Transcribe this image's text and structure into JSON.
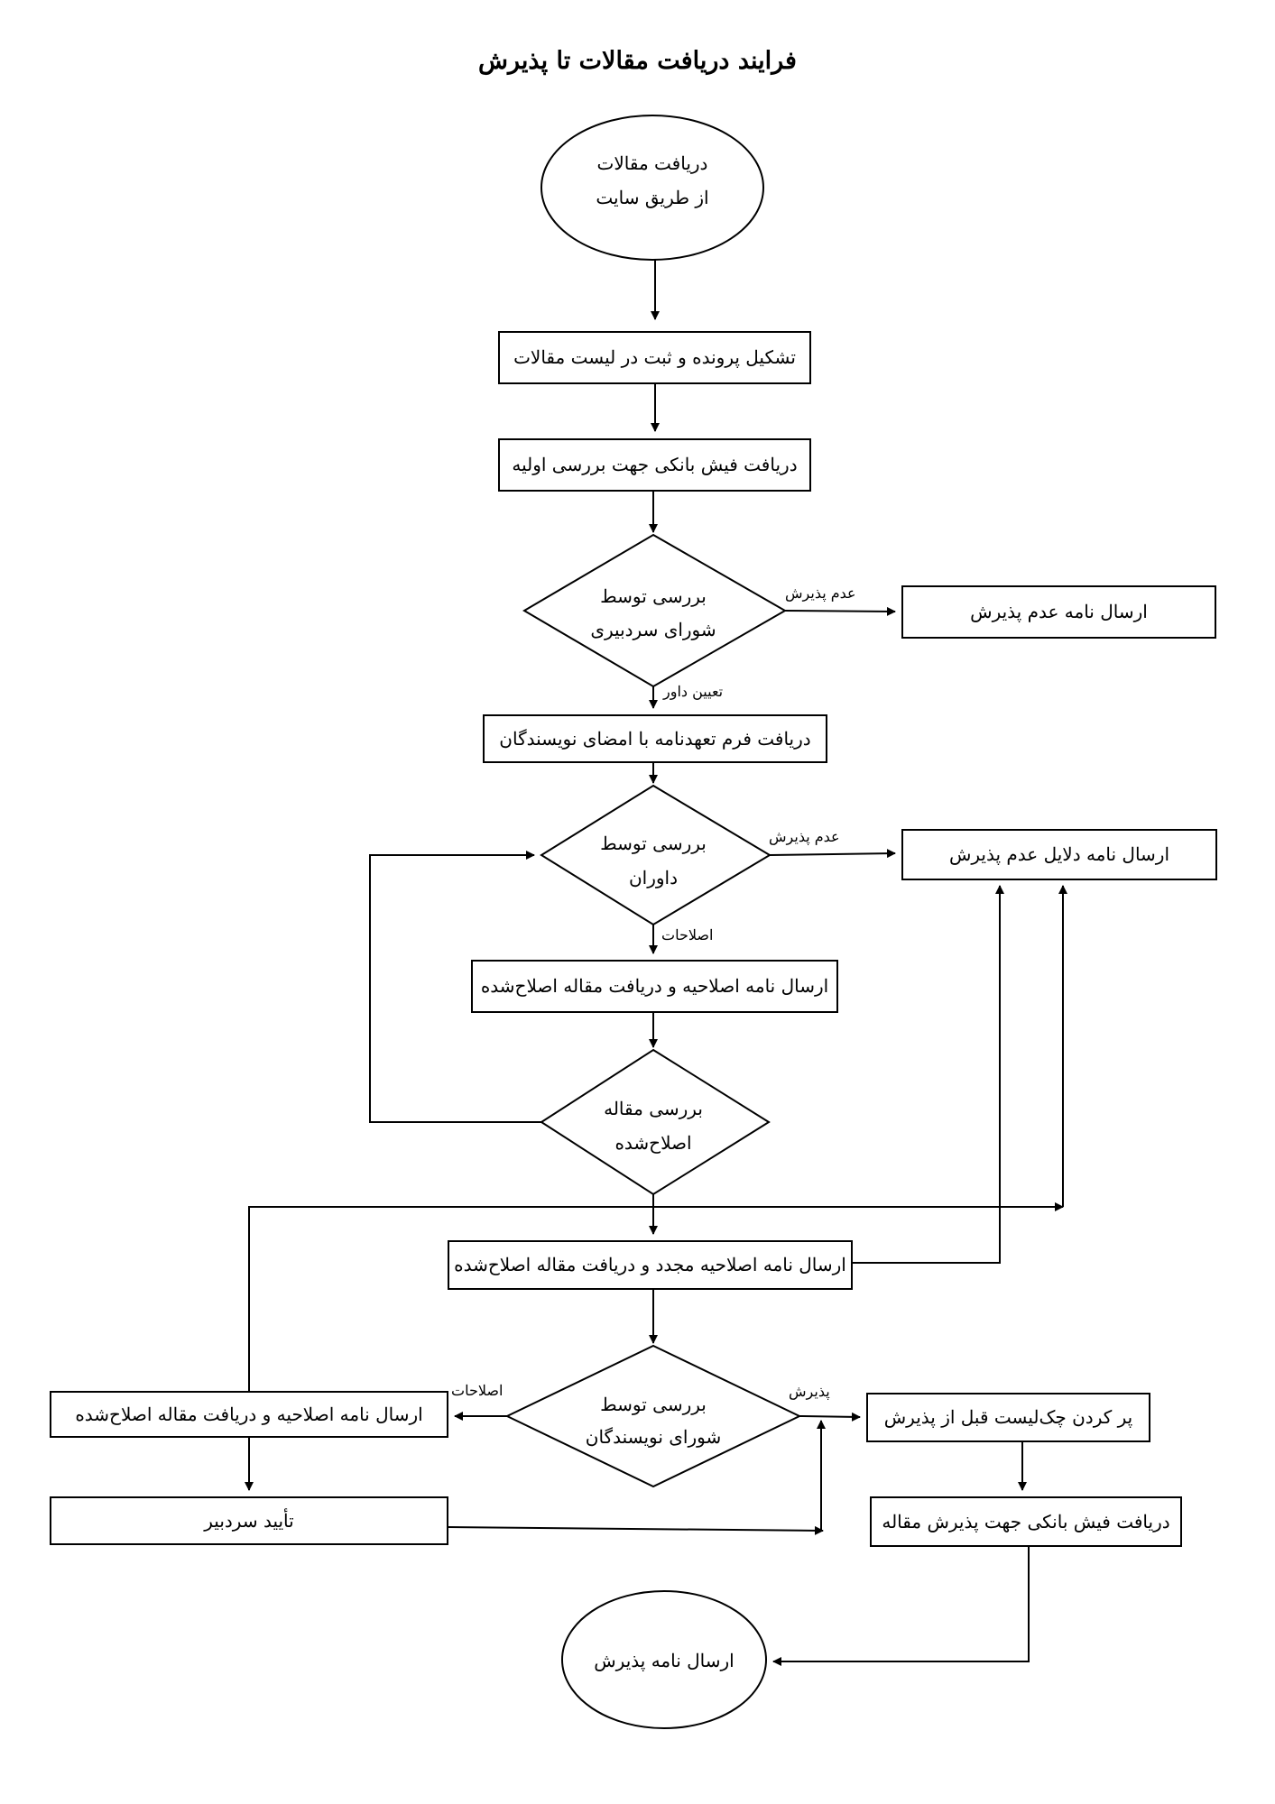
{
  "title": "فرایند دریافت مقالات تا پذیرش",
  "nodes": {
    "start_line1": "دریافت مقالات",
    "start_line2": "از طریق سایت",
    "file_register": "تشکیل پرونده و ثبت در لیست مقالات",
    "initial_receipt": "دریافت فیش بانکی جهت بررسی اولیه",
    "board_review_line1": "بررسی توسط",
    "board_review_line2": "شورای سردبیری",
    "rejection_letter": "ارسال نامه عدم پذیرش",
    "commitment_form": "دریافت فرم تعهدنامه با امضای  نویسندگان",
    "referee_review_line1": "بررسی توسط",
    "referee_review_line2": "داوران",
    "rejection_reasons_letter": "ارسال نامه دلایل عدم پذیرش",
    "revision_letter_1": "ارسال نامه اصلاحیه و دریافت مقاله اصلاح‌شده",
    "revised_review_line1": "بررسی مقاله",
    "revised_review_line2": "اصلاح‌شده",
    "revision_letter_2": "ارسال نامه اصلاحیه مجدد و دریافت مقاله اصلاح‌شده",
    "writers_review_line1": "بررسی توسط",
    "writers_review_line2": "شورای نویسندگان",
    "revision_letter_3": "ارسال نامه اصلاحیه و دریافت مقاله اصلاح‌شده",
    "editor_approval": "تأیید سردبیر",
    "checklist": "پر کردن چک‌لیست قبل از پذیرش",
    "acceptance_receipt": "دریافت فیش بانکی جهت پذیرش مقاله",
    "acceptance_letter": "ارسال نامه پذیرش"
  },
  "edge_labels": {
    "board_reject": "عدم پذیرش",
    "assign_referee": "تعیین داور",
    "referee_reject": "عدم پذیرش",
    "referee_revisions": "اصلاحات",
    "writers_revisions": "اصلاحات",
    "writers_accept": "پذیرش"
  }
}
